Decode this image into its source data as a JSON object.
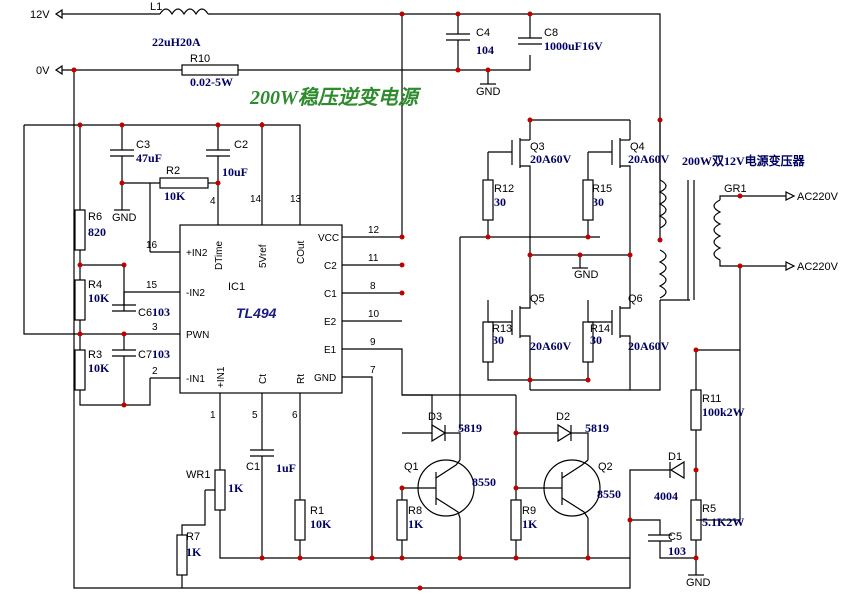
{
  "title": "200W稳压逆变电源",
  "transformer_label": "200W双12V电源变压器",
  "chip": {
    "ref": "IC1",
    "part": "TL494",
    "pins_left": [
      "+IN2",
      "-IN2",
      "PWN",
      "-IN1"
    ],
    "pins_right": [
      "VCC",
      "C2",
      "C1",
      "E2",
      "E1",
      "GND"
    ],
    "pins_top": [
      "DTime",
      "5Vref",
      "COut"
    ],
    "pins_bottom": [
      "+IN1",
      "Ct",
      "Rt"
    ],
    "pin_numbers": [
      "16",
      "15",
      "3",
      "2",
      "12",
      "11",
      "8",
      "10",
      "9",
      "7",
      "4",
      "14",
      "13",
      "1",
      "5",
      "6"
    ]
  },
  "nets": {
    "v12": "12V",
    "v0": "0V",
    "gnd": "GND",
    "ac1": "AC220V",
    "ac2": "AC220V"
  },
  "components": {
    "L1": {
      "ref": "L1",
      "val": "22uH20A"
    },
    "R10": {
      "ref": "R10",
      "val": "0.02-5W"
    },
    "C4": {
      "ref": "C4",
      "val": "104"
    },
    "C8": {
      "ref": "C8",
      "val": "1000uF16V"
    },
    "C3": {
      "ref": "C3",
      "val": "47uF"
    },
    "C2": {
      "ref": "C2",
      "val": "10uF"
    },
    "R2": {
      "ref": "R2",
      "val": "10K"
    },
    "R6": {
      "ref": "R6",
      "val": "820"
    },
    "R4": {
      "ref": "R4",
      "val": "10K"
    },
    "C6": {
      "ref": "C6",
      "val": "103"
    },
    "R3": {
      "ref": "R3",
      "val": "10K"
    },
    "C7": {
      "ref": "C7",
      "val": "103"
    },
    "Q3": {
      "ref": "Q3",
      "val": "20A60V"
    },
    "Q4": {
      "ref": "Q4",
      "val": "20A60V"
    },
    "Q5": {
      "ref": "Q5",
      "val": "20A60V"
    },
    "Q6": {
      "ref": "Q6",
      "val": "20A60V"
    },
    "R12": {
      "ref": "R12",
      "val": "30"
    },
    "R15": {
      "ref": "R15",
      "val": "30"
    },
    "R13": {
      "ref": "R13",
      "val": "30"
    },
    "R14": {
      "ref": "R14",
      "val": "30"
    },
    "GR1": {
      "ref": "GR1"
    },
    "D3": {
      "ref": "D3",
      "val": "5819"
    },
    "D2": {
      "ref": "D2",
      "val": "5819"
    },
    "Q1": {
      "ref": "Q1",
      "val": "8550"
    },
    "Q2": {
      "ref": "Q2",
      "val": "8550"
    },
    "R8": {
      "ref": "R8",
      "val": "1K"
    },
    "R9": {
      "ref": "R9",
      "val": "1K"
    },
    "WR1": {
      "ref": "WR1",
      "val": "1K"
    },
    "C1": {
      "ref": "C1",
      "val": "1uF"
    },
    "R1": {
      "ref": "R1",
      "val": "10K"
    },
    "R7": {
      "ref": "R7",
      "val": "1K"
    },
    "R11": {
      "ref": "R11",
      "val": "100k2W"
    },
    "D1": {
      "ref": "D1",
      "val": "4004"
    },
    "R5": {
      "ref": "R5",
      "val": "5.1K2W"
    },
    "C5": {
      "ref": "C5",
      "val": "103"
    }
  }
}
